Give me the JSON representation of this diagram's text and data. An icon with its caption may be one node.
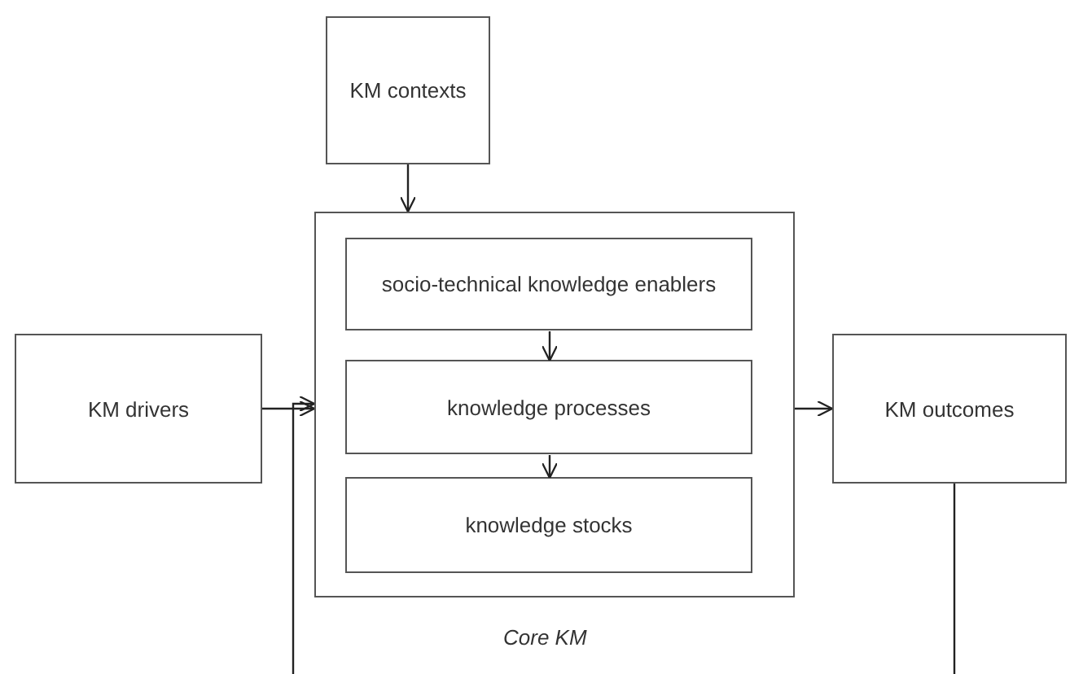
{
  "diagram": {
    "nodes": [
      {
        "text": [
          "KM contexts"
        ]
      },
      {
        "text": [
          "KM drivers"
        ]
      },
      {
        "text": [],
        "shape": "box",
        "beside": [
          "Core KM"
        ]
      },
      {
        "text": [
          "socio-technical knowledge enablers"
        ],
        "in": 2
      },
      {
        "text": [
          "knowledge processes"
        ],
        "in": 2
      },
      {
        "text": [
          "knowledge stocks"
        ],
        "in": 2
      },
      {
        "text": [
          "KM outcomes"
        ]
      }
    ],
    "edges": [
      {
        "from": 0,
        "to": 2,
        "arrow": "to"
      },
      {
        "from": 1,
        "to": 2,
        "arrow": "to"
      },
      {
        "from": 2,
        "to": 6,
        "arrow": "to"
      },
      {
        "from": 3,
        "to": 4,
        "arrow": "to"
      },
      {
        "from": 4,
        "to": 5,
        "arrow": "to"
      },
      {
        "from": null,
        "to": 2,
        "arrow": "to"
      },
      {
        "from": 6,
        "to": null,
        "arrow": "none"
      }
    ]
  }
}
